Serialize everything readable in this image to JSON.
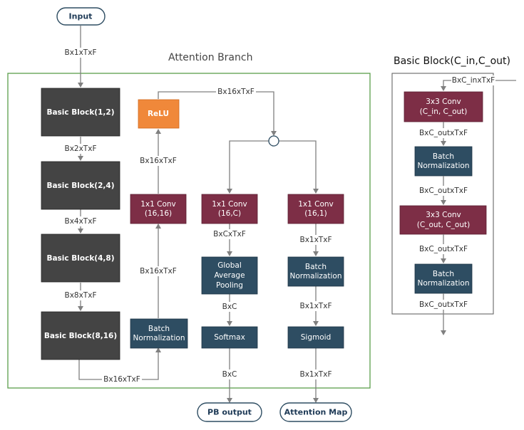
{
  "nodes": {
    "input": "Input",
    "bb1": "Basic Block(1,2)",
    "bb2": "Basic Block(2,4)",
    "bb3": "Basic Block(4,8)",
    "bb4": "Basic Block(8,16)",
    "relu": "ReLU",
    "conv_a": [
      "1x1 Conv",
      "(16,16)"
    ],
    "bn_a": [
      "Batch",
      "Normalization"
    ],
    "conv_b": [
      "1x1 Conv",
      "(16,C)"
    ],
    "gap": [
      "Global",
      "Average",
      "Pooling"
    ],
    "softmax": "Softmax",
    "conv_c": [
      "1x1 Conv",
      "(16,1)"
    ],
    "bn_c": [
      "Batch",
      "Normalization"
    ],
    "sigmoid": "Sigmoid",
    "pb_output": "PB output",
    "attention_map": "Attention Map"
  },
  "edges": {
    "input_out": "Bx1xTxF",
    "bb1_out": "Bx2xTxF",
    "bb2_out": "Bx4xTxF",
    "bb3_out": "Bx8xTxF",
    "bb4_out": "Bx16xTxF",
    "bn_a_out": "Bx16xTxF",
    "conv_a_out": "Bx16xTxF",
    "relu_out": "Bx16xTxF",
    "conv_b_out": "BxCxTxF",
    "gap_out": "BxC",
    "softmax_out": "BxC",
    "conv_c_out": "Bx1xTxF",
    "bn_c_out": "Bx1xTxF",
    "sigmoid_out": "Bx1xTxF"
  },
  "attention_branch": {
    "title": "Attention Branch",
    "border_color": "#5a9e4a"
  },
  "basic_block": {
    "title": "Basic Block(C_in,C_out)",
    "in_label": "BxC_inxTxF",
    "conv1": [
      "3x3 Conv",
      "(C_in, C_out)"
    ],
    "out1": "BxC_outxTxF",
    "bn1": [
      "Batch",
      "Normalization"
    ],
    "out2": "BxC_outxTxF",
    "conv2": [
      "3x3 Conv",
      "(C_out, C_out)"
    ],
    "out3": "BxC_outxTxF",
    "bn2": [
      "Batch",
      "Normalization"
    ],
    "out4": "BxC_outxTxF"
  },
  "colors": {
    "basic_block": "#444444",
    "relu": "#f0883a",
    "conv": "#7d2e46",
    "norm": "#2e4d62",
    "pill_border": "#2e4d62",
    "line": "#808080"
  }
}
